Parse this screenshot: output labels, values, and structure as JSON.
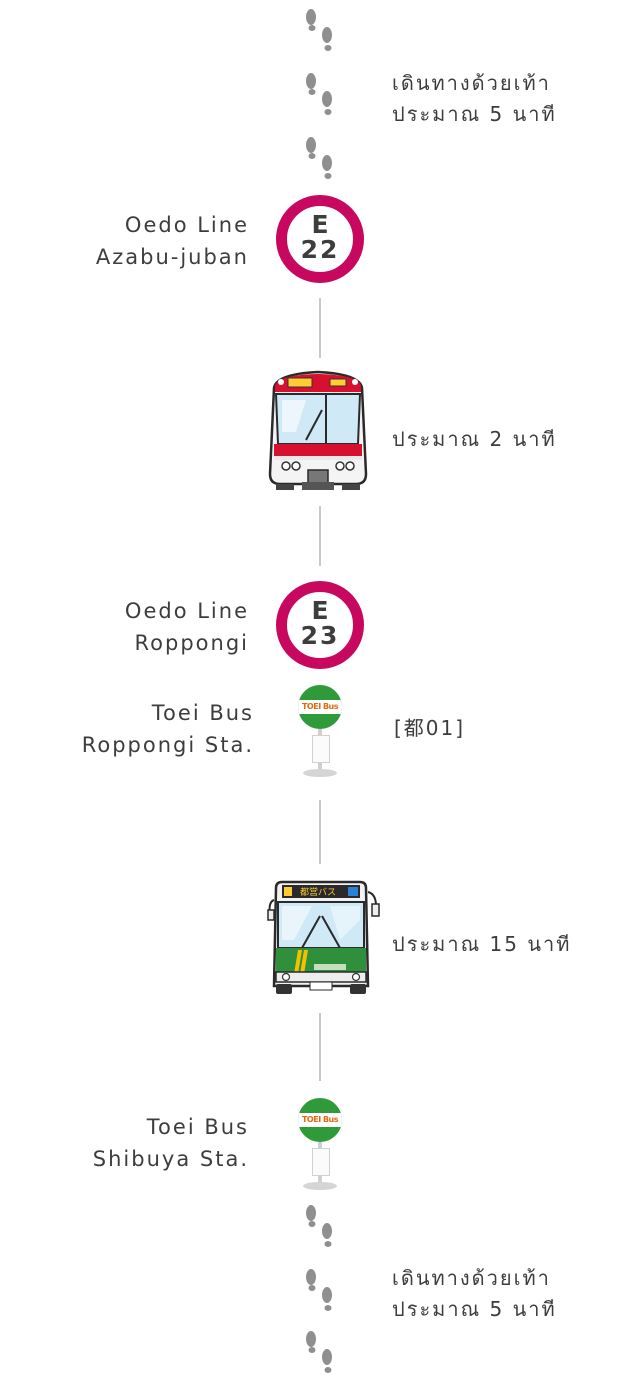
{
  "walk_top": {
    "line1": "เดินทางด้วยเท้า",
    "line2": "ประมาณ 5 นาที"
  },
  "station_1": {
    "line_name": "Oedo Line",
    "station_name": "Azabu-juban",
    "line_code": "E",
    "station_number": "22",
    "color": "#c8075f"
  },
  "train_ride": {
    "duration": "ประมาณ 2 นาที"
  },
  "station_2": {
    "line_name": "Oedo Line",
    "station_name": "Roppongi",
    "line_code": "E",
    "station_number": "23",
    "color": "#c8075f"
  },
  "bus_stop_1": {
    "operator": "Toei Bus",
    "stop_name": "Roppongi Sta.",
    "sign_text": "TOEI Bus",
    "route": "[都01]"
  },
  "bus_ride": {
    "duration": "ประมาณ 15 นาที",
    "bus_destination_sign": "都営バス"
  },
  "bus_stop_2": {
    "operator": "Toei Bus",
    "stop_name": "Shibuya Sta.",
    "sign_text": "TOEI Bus"
  },
  "walk_bottom": {
    "line1": "เดินทางด้วยเท้า",
    "line2": "ประมาณ 5 นาที"
  },
  "icons": [
    "footprints-icon",
    "subway-station-icon",
    "train-icon",
    "bus-stop-icon",
    "bus-icon"
  ],
  "colors": {
    "oedo_line": "#c8075f",
    "bus_green": "#2e9a3a",
    "bus_orange": "#e06a10",
    "connector": "#c8c8c8"
  }
}
